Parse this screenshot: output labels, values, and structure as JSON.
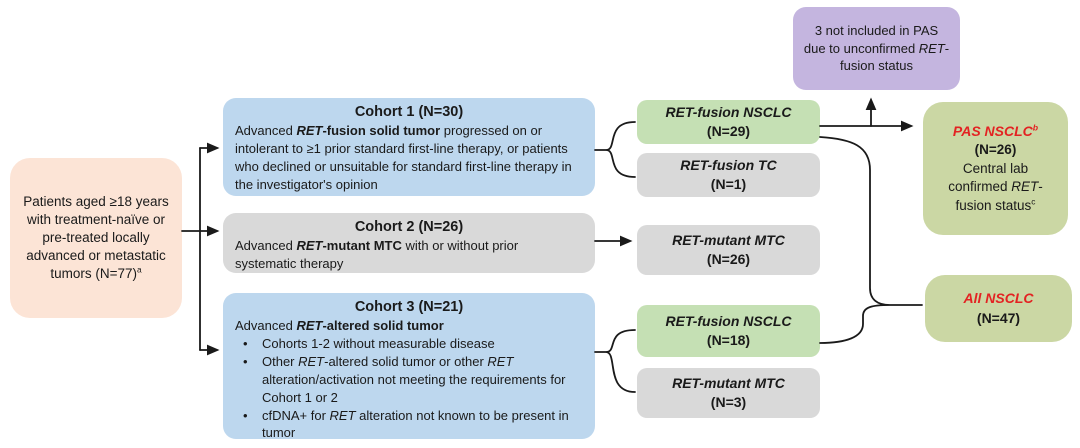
{
  "colors": {
    "patient_box_bg": "#fce4d6",
    "cohort_blue_bg": "#bdd7ee",
    "neutral_gray_bg": "#d9d9d9",
    "nsclc_green_bg": "#c5e0b4",
    "analysis_olive_bg": "#cbd7a4",
    "exclusion_purple_bg": "#c4b5df",
    "highlight_red": "#e32222",
    "line_color": "#1a1a1a"
  },
  "patient_box": {
    "runs": [
      {
        "t": "Patients aged ≥18 years with treatment-naïve or pre-treated locally advanced or metastatic tumors (N=77)"
      },
      {
        "t": "a",
        "s": "sup"
      }
    ]
  },
  "cohort1": {
    "title": "Cohort 1 (N=30)",
    "body_runs": [
      {
        "t": "Advanced "
      },
      {
        "t": "RET",
        "s": "b i"
      },
      {
        "t": "-fusion solid tumor",
        "s": "b"
      },
      {
        "t": " progressed on or intolerant to ≥1 prior standard first-line therapy, or patients who declined or unsuitable for standard first-line therapy in the investigator's opinion"
      }
    ]
  },
  "cohort2": {
    "title": "Cohort 2 (N=26)",
    "body_runs": [
      {
        "t": "Advanced "
      },
      {
        "t": "RET",
        "s": "b i"
      },
      {
        "t": "-mutant MTC",
        "s": "b"
      },
      {
        "t": " with or without prior systematic therapy"
      }
    ]
  },
  "cohort3": {
    "title": "Cohort 3 (N=21)",
    "lead_runs": [
      {
        "t": "Advanced "
      },
      {
        "t": "RET",
        "s": "b i"
      },
      {
        "t": "-altered solid tumor",
        "s": "b"
      }
    ],
    "bullets": [
      {
        "runs": [
          {
            "t": "Cohorts 1-2 without measurable disease"
          }
        ]
      },
      {
        "runs": [
          {
            "t": "Other "
          },
          {
            "t": "RET",
            "s": "i"
          },
          {
            "t": "-altered solid tumor or other "
          },
          {
            "t": "RET",
            "s": "i"
          },
          {
            "t": " alteration/activation not meeting the requirements for Cohort 1 or 2"
          }
        ]
      },
      {
        "runs": [
          {
            "t": "cfDNA+ for "
          },
          {
            "t": "RET",
            "s": "i"
          },
          {
            "t": " alteration not known to be present in tumor"
          }
        ]
      }
    ]
  },
  "outputs": {
    "fusion_nsclc_29": {
      "label_runs": [
        {
          "t": "RET-fusion NSCLC",
          "s": "b i"
        }
      ],
      "n": "(N=29)"
    },
    "fusion_tc_1": {
      "label_runs": [
        {
          "t": "RET-fusion TC",
          "s": "b i"
        }
      ],
      "n": "(N=1)"
    },
    "mutant_mtc_26": {
      "label_runs": [
        {
          "t": "RET-mutant MTC",
          "s": "b i"
        }
      ],
      "n": "(N=26)"
    },
    "fusion_nsclc_18": {
      "label_runs": [
        {
          "t": "RET-fusion NSCLC",
          "s": "b i"
        }
      ],
      "n": "(N=18)"
    },
    "mutant_mtc_3": {
      "label_runs": [
        {
          "t": "RET-mutant MTC",
          "s": "b i"
        }
      ],
      "n": "(N=3)"
    }
  },
  "exclusion_note": {
    "runs": [
      {
        "t": "3 not included in PAS due to unconfirmed "
      },
      {
        "t": "RET",
        "s": "i"
      },
      {
        "t": "-fusion status"
      }
    ]
  },
  "pas_box": {
    "title_runs": [
      {
        "t": "PAS NSCLC",
        "s": "b i red"
      },
      {
        "t": "b",
        "s": "b i red sup"
      }
    ],
    "n": "(N=26)",
    "desc_runs": [
      {
        "t": "Central lab confirmed "
      },
      {
        "t": "RET",
        "s": "i"
      },
      {
        "t": "-fusion status"
      },
      {
        "t": "c",
        "s": "sup"
      }
    ]
  },
  "all_box": {
    "title_runs": [
      {
        "t": "All NSCLC",
        "s": "b i red"
      }
    ],
    "n": "(N=47)"
  }
}
